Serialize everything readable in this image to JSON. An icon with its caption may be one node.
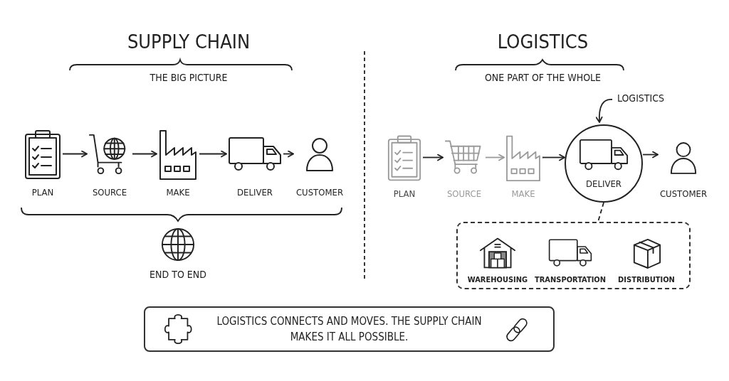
{
  "diagram": {
    "nodes": [
      {
        "text": [
          "PLAN"
        ]
      },
      {
        "text": [
          "SOURCE"
        ]
      },
      {
        "text": [
          "MAKE"
        ]
      },
      {
        "text": [
          "DELIVER"
        ]
      },
      {
        "text": [
          "CUSTOMER"
        ]
      },
      {
        "text": [
          "PLAN"
        ]
      },
      {
        "text": [
          "SOURCE"
        ]
      },
      {
        "text": [
          "MAKE"
        ]
      },
      {
        "text": [
          "DELIVER"
        ]
      },
      {
        "text": [
          "CUSTOMER"
        ]
      },
      {
        "text": [
          "LOGISTICS"
        ]
      },
      {
        "text": [],
        "shape": "box"
      },
      {
        "text": [
          "WAREHOUSING"
        ],
        "in": 11
      },
      {
        "text": [
          "TRANSPORTATION"
        ],
        "in": 11
      },
      {
        "text": [
          "DISTRIBUTION"
        ],
        "in": 11
      },
      {
        "text": [
          "LOGISTICS CONNECTS AND MOVES. THE SUPPLY CHAIN MAKES IT ALL POSSIBLE."
        ]
      }
    ],
    "edges": [
      {
        "from": 0,
        "to": 1,
        "arrow": "to"
      },
      {
        "from": 1,
        "to": 2,
        "arrow": "to"
      },
      {
        "from": 2,
        "to": 3,
        "arrow": "to"
      },
      {
        "from": 3,
        "to": 4,
        "arrow": "to"
      },
      {
        "from": 5,
        "to": 6,
        "arrow": "to"
      },
      {
        "from": 6,
        "to": 7,
        "arrow": "to",
        "color": "#9a9a9a"
      },
      {
        "from": 7,
        "to": 8,
        "arrow": "to"
      },
      {
        "from": 8,
        "to": 9,
        "arrow": "to"
      },
      {
        "from": 10,
        "to": 8,
        "arrow": "to"
      },
      {
        "from": 8,
        "to": 11,
        "arrow": "none",
        "style": "dashed"
      }
    ],
    "labels": [
      "SUPPLY CHAIN",
      "THE BIG PICTURE",
      "LOGISTICS",
      "ONE PART OF THE WHOLE",
      "END TO END"
    ]
  }
}
